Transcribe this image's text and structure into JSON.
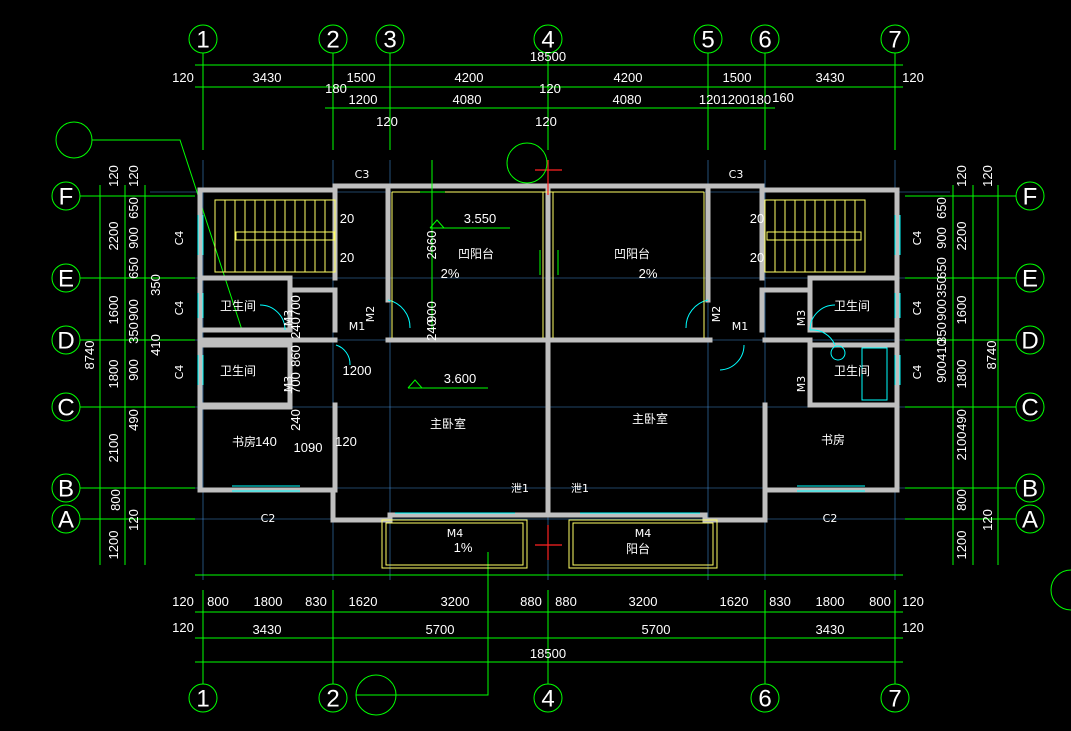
{
  "axes_top": [
    "1",
    "2",
    "3",
    "4",
    "5",
    "6",
    "7"
  ],
  "axes_bottom": [
    "1",
    "2",
    "4",
    "6",
    "7"
  ],
  "axes_left": [
    "F",
    "E",
    "D",
    "C",
    "B",
    "A"
  ],
  "axes_right": [
    "F",
    "E",
    "D",
    "C",
    "B",
    "A"
  ],
  "top_dims": {
    "total": "18500",
    "row2": [
      "120",
      "3430",
      "1500",
      "4200",
      "4200",
      "1500",
      "3430",
      "120"
    ],
    "row3": [
      "180",
      "1200",
      "4080",
      "120",
      "4080",
      "1201200180",
      "160"
    ],
    "row4": [
      "120",
      "120"
    ]
  },
  "bottom_dims": {
    "row1": [
      "120",
      "800",
      "1800",
      "830",
      "1620",
      "3200",
      "880",
      "880",
      "3200",
      "1620",
      "830",
      "1800",
      "800",
      "120"
    ],
    "row2": [
      "120",
      "3430",
      "5700",
      "5700",
      "3430",
      "120"
    ],
    "total": "18500"
  },
  "left_dims": {
    "inner": [
      "120",
      "650",
      "900",
      "650",
      "350",
      "900",
      "350",
      "410",
      "900",
      "490",
      "800",
      "120"
    ],
    "middle": [
      "120",
      "2200",
      "1600",
      "1800",
      "2100",
      "1200"
    ],
    "total": "8740"
  },
  "right_dims": {
    "inner": [
      "120",
      "650",
      "900",
      "650",
      "350",
      "900",
      "350",
      "410",
      "900",
      "490",
      "800",
      "120"
    ],
    "middle": [
      "120",
      "2200",
      "1600",
      "1800",
      "2100",
      "1200"
    ],
    "total": "8740"
  },
  "rooms": {
    "wc": "卫生间",
    "balcony_recess": "凹阳台",
    "master_bedroom": "主卧室",
    "study": "书房",
    "balcony": "阳台"
  },
  "windows": {
    "c2": "C2",
    "c3": "C3",
    "c4": "C4",
    "m4": "M4",
    "m1": "M1",
    "m2": "M2",
    "m3": "M3",
    "drain": "泄1"
  },
  "levels": {
    "level_3550": "3.550",
    "level_3600": "3.600",
    "stair_up": "20",
    "stair_down": "20"
  },
  "slopes": {
    "two_pct": "2%",
    "one_pct": "1%"
  },
  "interior_dims": [
    "240",
    "700",
    "860",
    "700",
    "240",
    "2660",
    "240",
    "900",
    "1200",
    "140",
    "1090",
    "120"
  ]
}
